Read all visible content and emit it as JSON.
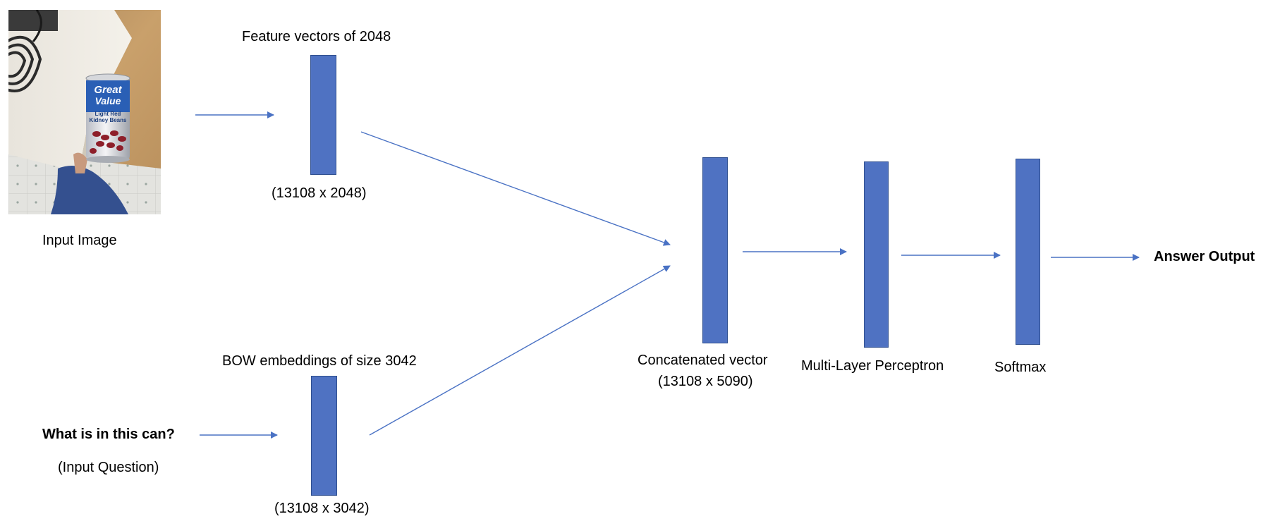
{
  "input_image": {
    "caption": "Input Image",
    "can_label": {
      "brand_line1": "Great",
      "brand_line2": "Value",
      "product_line1": "Light Red",
      "product_line2": "Kidney Beans"
    }
  },
  "feature_block": {
    "title": "Feature vectors of 2048",
    "shape": "(13108 x 2048)"
  },
  "question": {
    "text": "What is in this can?",
    "caption": "(Input Question)"
  },
  "bow_block": {
    "title": "BOW embeddings of size 3042",
    "shape": "(13108 x 3042)"
  },
  "concat_block": {
    "title": "Concatenated vector",
    "shape": "(13108 x 5090)"
  },
  "mlp_block": {
    "title": "Multi-Layer Perceptron"
  },
  "softmax_block": {
    "title": "Softmax"
  },
  "output": {
    "text": "Answer Output"
  },
  "colors": {
    "block_fill": "#4f72c2",
    "block_border": "#2f4f8f",
    "arrow": "#4a72c4"
  }
}
